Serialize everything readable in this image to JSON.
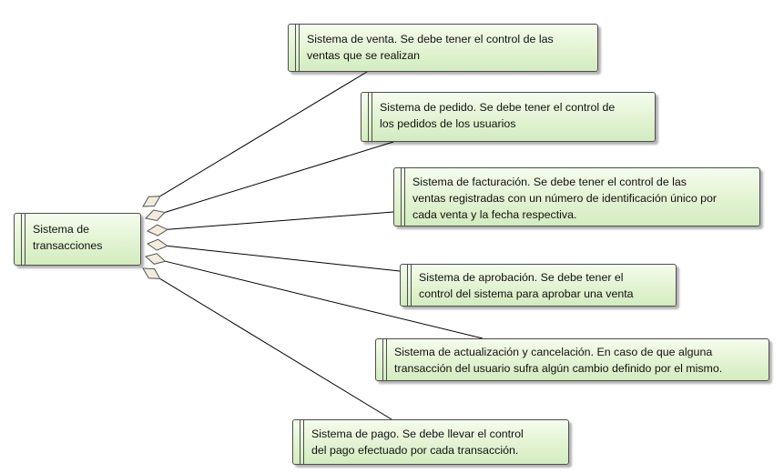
{
  "diagram": {
    "central": {
      "label": "Sistema de\ntransacciones"
    },
    "requirements": [
      {
        "id": "venta",
        "label": "Sistema de venta. Se debe tener el control de las\nventas que se realizan"
      },
      {
        "id": "pedido",
        "label": "Sistema de pedido. Se debe tener el control de\nlos pedidos de los usuarios"
      },
      {
        "id": "facturacion",
        "label": "Sistema de facturación. Se debe tener el control de las\nventas registradas con un número de identificación único por\ncada venta y la fecha respectiva."
      },
      {
        "id": "aprobacion",
        "label": "Sistema de aprobación. Se debe tener el\ncontrol del sistema para aprobar una venta"
      },
      {
        "id": "actualizacion",
        "label": "Sistema de actualización y cancelación. En caso de que alguna\ntransacción del usuario sufra algún cambio definido por el mismo."
      },
      {
        "id": "pago",
        "label": "Sistema de pago. Se debe llevar el control\ndel pago efectuado por cada transacción."
      }
    ],
    "colors": {
      "fill": "#e2f3d2",
      "border": "#4e4e4e",
      "connector": "#000000",
      "diamond": "#f3ecdc"
    }
  }
}
